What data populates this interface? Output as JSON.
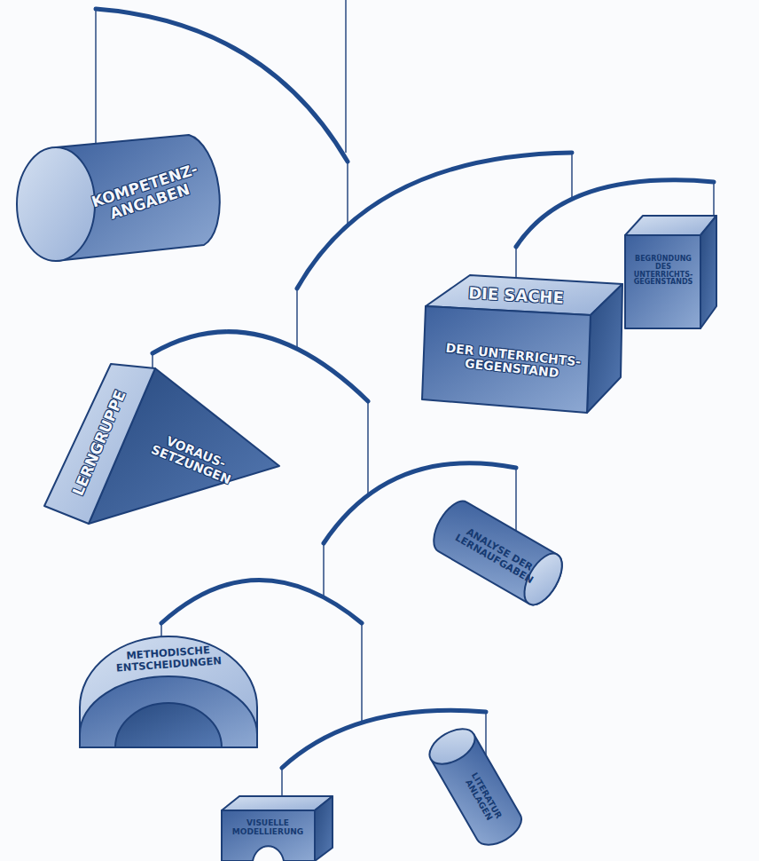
{
  "diagram": {
    "nodes": [
      {
        "text": [
          "KOMPETENZ- ANGABEN"
        ]
      },
      {
        "text": [
          "BEGRÜNDUNG DES UNTERRICHTS- GEGENSTANDS"
        ]
      },
      {
        "text": [
          "DIE SACHE",
          "DER UNTERRICHTS- GEGENSTAND"
        ]
      },
      {
        "text": [
          "LERNGRUPPE",
          "VORAUS- SETZUNGEN"
        ]
      },
      {
        "text": [
          "ANALYSE DER LERNAUFGABEN"
        ]
      },
      {
        "text": [
          "METHODISCHE ENTSCHEIDUNGEN"
        ]
      },
      {
        "text": [
          "VISUELLE MODELLIERUNG"
        ]
      },
      {
        "text": [
          "LITERATUR ANLAGEN"
        ]
      }
    ]
  }
}
